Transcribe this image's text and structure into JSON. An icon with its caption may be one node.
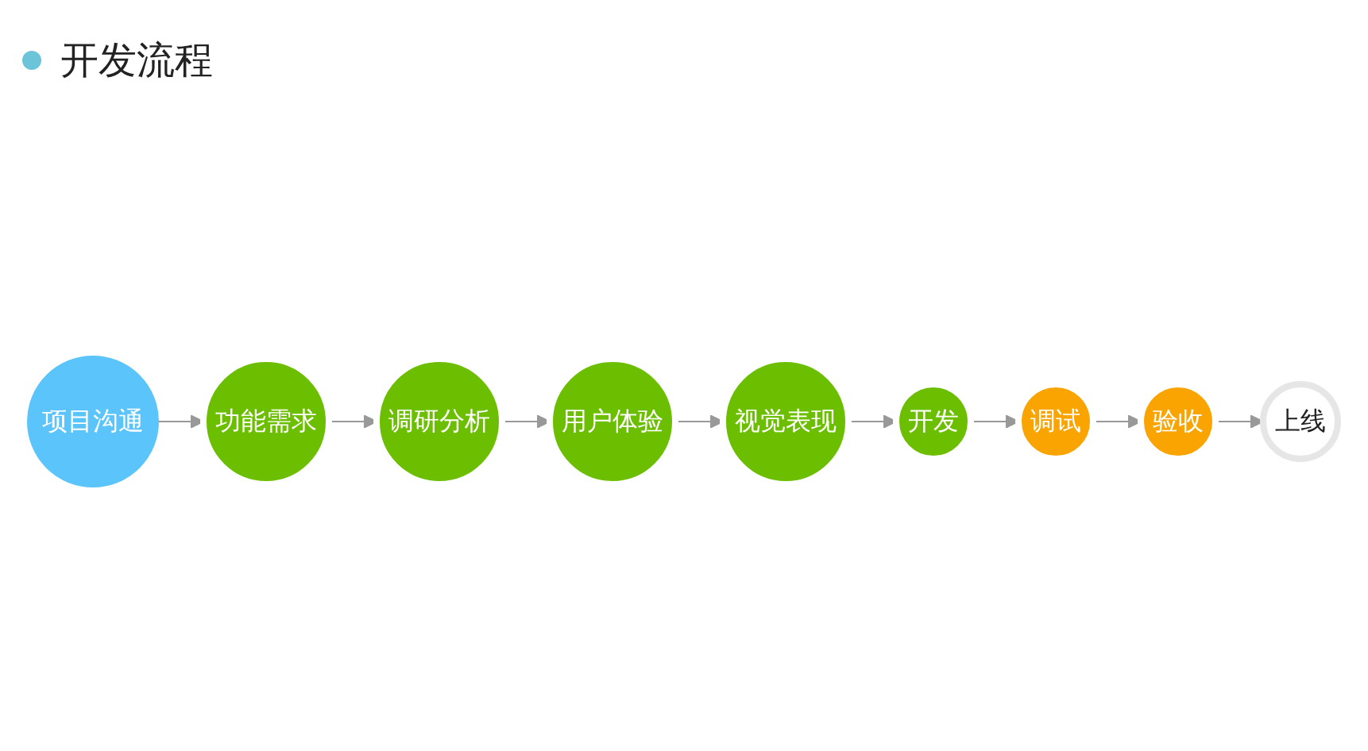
{
  "diagram": {
    "title": "开发流程",
    "nodes": [
      {
        "text": [
          "项目沟通"
        ]
      },
      {
        "text": [
          "功能需求"
        ]
      },
      {
        "text": [
          "调研分析"
        ]
      },
      {
        "text": [
          "用户体验"
        ]
      },
      {
        "text": [
          "视觉表现"
        ]
      },
      {
        "text": [
          "开发"
        ]
      },
      {
        "text": [
          "调试"
        ]
      },
      {
        "text": [
          "验收"
        ]
      },
      {
        "text": [
          "上线"
        ]
      }
    ],
    "edges": [
      {
        "from": 0,
        "to": 1,
        "arrow": "to"
      },
      {
        "from": 1,
        "to": 2,
        "arrow": "to"
      },
      {
        "from": 2,
        "to": 3,
        "arrow": "to"
      },
      {
        "from": 3,
        "to": 4,
        "arrow": "to"
      },
      {
        "from": 4,
        "to": 5,
        "arrow": "to"
      },
      {
        "from": 5,
        "to": 6,
        "arrow": "to"
      },
      {
        "from": 6,
        "to": 7,
        "arrow": "to"
      },
      {
        "from": 7,
        "to": 8,
        "arrow": "to"
      }
    ]
  }
}
